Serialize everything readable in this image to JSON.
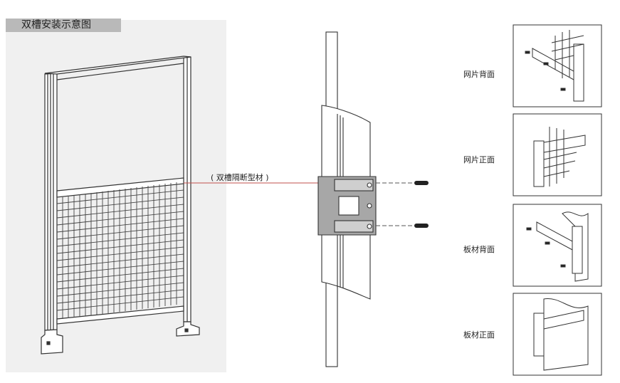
{
  "title": "双槽安装示意图",
  "callout_label": "( 双槽隔断型材 )",
  "detail_labels": [
    "网片背面",
    "网片正面",
    "板材背面",
    "板材正面"
  ],
  "colors": {
    "panel_bg": "#f0f0f0",
    "title_bg": "#b9b9b9",
    "callout_line": "#c0504d",
    "profile_fill": "#a7a7a7"
  }
}
